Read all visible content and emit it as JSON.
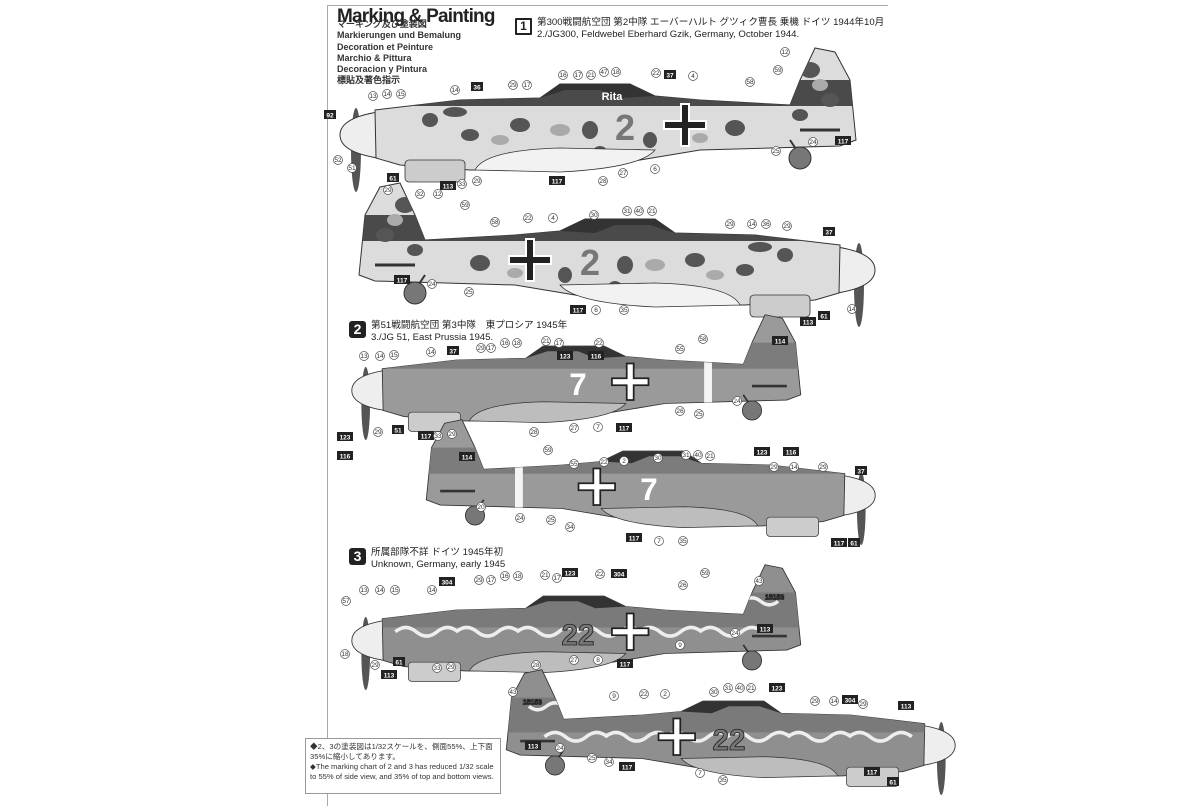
{
  "header": {
    "title": "Marking & Painting",
    "subtitles": [
      "マーキング及び塗装図",
      "Markierungen und Bemalung",
      "Decoration et Peinture",
      "Marchio & Pittura",
      "Decoracion y Pintura",
      "標貼及著色指示"
    ]
  },
  "sections": [
    {
      "number": "1",
      "japanese": "第300戦闘航空団 第2中隊 エーバーハルト グツィク曹長 乗機 ドイツ 1944年10月",
      "english": "2./JG300, Feldwebel Eberhard Gzik, Germany, October 1944."
    },
    {
      "number": "2",
      "japanese": "第51戦闘航空団 第3中隊　東プロシア 1945年",
      "english": "3./JG 51, East Prussia 1945."
    },
    {
      "number": "3",
      "japanese": "所属部隊不詳 ドイツ 1945年初",
      "english": "Unknown, Germany, early 1945"
    }
  ],
  "profiles": [
    {
      "view": "left",
      "scheme": "mottled",
      "markings": {
        "number": "2",
        "name": "Rita"
      },
      "callouts": [
        {
          "n": "92",
          "t": "decal"
        },
        {
          "n": "52",
          "t": "paint"
        },
        {
          "n": "51",
          "t": "paint"
        },
        {
          "n": "13",
          "t": "paint"
        },
        {
          "n": "14",
          "t": "paint"
        },
        {
          "n": "15",
          "t": "paint"
        },
        {
          "n": "14",
          "t": "paint"
        },
        {
          "n": "36",
          "t": "decal"
        },
        {
          "n": "29",
          "t": "paint"
        },
        {
          "n": "17",
          "t": "paint"
        },
        {
          "n": "16",
          "t": "paint"
        },
        {
          "n": "17",
          "t": "paint"
        },
        {
          "n": "21",
          "t": "paint"
        },
        {
          "n": "47",
          "t": "paint"
        },
        {
          "n": "18",
          "t": "paint"
        },
        {
          "n": "22",
          "t": "paint"
        },
        {
          "n": "37",
          "t": "decal"
        },
        {
          "n": "4",
          "t": "paint"
        },
        {
          "n": "58",
          "t": "paint"
        },
        {
          "n": "12",
          "t": "paint"
        },
        {
          "n": "59",
          "t": "paint"
        },
        {
          "n": "117",
          "t": "decal"
        },
        {
          "n": "24",
          "t": "paint"
        },
        {
          "n": "25",
          "t": "paint"
        },
        {
          "n": "29",
          "t": "paint"
        },
        {
          "n": "61",
          "t": "decal"
        },
        {
          "n": "113",
          "t": "decal"
        },
        {
          "n": "33",
          "t": "paint"
        },
        {
          "n": "29",
          "t": "paint"
        },
        {
          "n": "117",
          "t": "decal"
        },
        {
          "n": "28",
          "t": "paint"
        },
        {
          "n": "27",
          "t": "paint"
        },
        {
          "n": "6",
          "t": "paint"
        },
        {
          "n": "32",
          "t": "paint"
        }
      ]
    },
    {
      "view": "right",
      "scheme": "mottled",
      "markings": {
        "number": "2"
      },
      "callouts": [
        {
          "n": "12",
          "t": "paint"
        },
        {
          "n": "59",
          "t": "paint"
        },
        {
          "n": "58",
          "t": "paint"
        },
        {
          "n": "22",
          "t": "paint"
        },
        {
          "n": "4",
          "t": "paint"
        },
        {
          "n": "30",
          "t": "paint"
        },
        {
          "n": "31",
          "t": "paint"
        },
        {
          "n": "40",
          "t": "paint"
        },
        {
          "n": "21",
          "t": "paint"
        },
        {
          "n": "29",
          "t": "paint"
        },
        {
          "n": "14",
          "t": "paint"
        },
        {
          "n": "36",
          "t": "paint"
        },
        {
          "n": "29",
          "t": "paint"
        },
        {
          "n": "37",
          "t": "decal"
        },
        {
          "n": "117",
          "t": "decal"
        },
        {
          "n": "24",
          "t": "paint"
        },
        {
          "n": "25",
          "t": "paint"
        },
        {
          "n": "117",
          "t": "decal"
        },
        {
          "n": "6",
          "t": "paint"
        },
        {
          "n": "35",
          "t": "paint"
        },
        {
          "n": "113",
          "t": "decal"
        },
        {
          "n": "61",
          "t": "decal"
        },
        {
          "n": "14",
          "t": "paint"
        }
      ]
    },
    {
      "view": "left",
      "scheme": "gray",
      "markings": {
        "number": "7"
      },
      "callouts": [
        {
          "n": "13",
          "t": "paint"
        },
        {
          "n": "14",
          "t": "paint"
        },
        {
          "n": "15",
          "t": "paint"
        },
        {
          "n": "14",
          "t": "paint"
        },
        {
          "n": "37",
          "t": "decal"
        },
        {
          "n": "29",
          "t": "paint"
        },
        {
          "n": "17",
          "t": "paint"
        },
        {
          "n": "16",
          "t": "paint"
        },
        {
          "n": "18",
          "t": "paint"
        },
        {
          "n": "21",
          "t": "paint"
        },
        {
          "n": "17",
          "t": "paint"
        },
        {
          "n": "123",
          "t": "decal"
        },
        {
          "n": "116",
          "t": "decal"
        },
        {
          "n": "22",
          "t": "paint"
        },
        {
          "n": "55",
          "t": "paint"
        },
        {
          "n": "58",
          "t": "paint"
        },
        {
          "n": "114",
          "t": "decal"
        },
        {
          "n": "123",
          "t": "decal"
        },
        {
          "n": "116",
          "t": "decal"
        },
        {
          "n": "29",
          "t": "paint"
        },
        {
          "n": "51",
          "t": "decal"
        },
        {
          "n": "117",
          "t": "decal"
        },
        {
          "n": "33",
          "t": "paint"
        },
        {
          "n": "29",
          "t": "paint"
        },
        {
          "n": "28",
          "t": "paint"
        },
        {
          "n": "27",
          "t": "paint"
        },
        {
          "n": "7",
          "t": "paint"
        },
        {
          "n": "117",
          "t": "decal"
        },
        {
          "n": "26",
          "t": "paint"
        },
        {
          "n": "25",
          "t": "paint"
        },
        {
          "n": "24",
          "t": "paint"
        }
      ]
    },
    {
      "view": "right",
      "scheme": "gray",
      "markings": {
        "number": "7"
      },
      "callouts": [
        {
          "n": "114",
          "t": "decal"
        },
        {
          "n": "59",
          "t": "paint"
        },
        {
          "n": "55",
          "t": "paint"
        },
        {
          "n": "22",
          "t": "paint"
        },
        {
          "n": "2",
          "t": "paint"
        },
        {
          "n": "30",
          "t": "paint"
        },
        {
          "n": "31",
          "t": "paint"
        },
        {
          "n": "40",
          "t": "paint"
        },
        {
          "n": "21",
          "t": "paint"
        },
        {
          "n": "123",
          "t": "decal"
        },
        {
          "n": "116",
          "t": "decal"
        },
        {
          "n": "29",
          "t": "paint"
        },
        {
          "n": "14",
          "t": "paint"
        },
        {
          "n": "29",
          "t": "paint"
        },
        {
          "n": "37",
          "t": "decal"
        },
        {
          "n": "20",
          "t": "paint"
        },
        {
          "n": "24",
          "t": "paint"
        },
        {
          "n": "25",
          "t": "paint"
        },
        {
          "n": "34",
          "t": "paint"
        },
        {
          "n": "117",
          "t": "decal"
        },
        {
          "n": "7",
          "t": "paint"
        },
        {
          "n": "35",
          "t": "paint"
        },
        {
          "n": "117",
          "t": "decal"
        },
        {
          "n": "61",
          "t": "decal"
        }
      ]
    },
    {
      "view": "left",
      "scheme": "squiggle",
      "markings": {
        "number": "22",
        "serial": "15153"
      },
      "callouts": [
        {
          "n": "57",
          "t": "paint"
        },
        {
          "n": "13",
          "t": "paint"
        },
        {
          "n": "14",
          "t": "paint"
        },
        {
          "n": "15",
          "t": "paint"
        },
        {
          "n": "14",
          "t": "paint"
        },
        {
          "n": "304",
          "t": "decal"
        },
        {
          "n": "29",
          "t": "paint"
        },
        {
          "n": "17",
          "t": "paint"
        },
        {
          "n": "16",
          "t": "paint"
        },
        {
          "n": "18",
          "t": "paint"
        },
        {
          "n": "21",
          "t": "paint"
        },
        {
          "n": "17",
          "t": "paint"
        },
        {
          "n": "123",
          "t": "decal"
        },
        {
          "n": "22",
          "t": "paint"
        },
        {
          "n": "304",
          "t": "decal"
        },
        {
          "n": "26",
          "t": "paint"
        },
        {
          "n": "59",
          "t": "paint"
        },
        {
          "n": "43",
          "t": "paint"
        },
        {
          "n": "18",
          "t": "paint"
        },
        {
          "n": "29",
          "t": "paint"
        },
        {
          "n": "61",
          "t": "decal"
        },
        {
          "n": "113",
          "t": "decal"
        },
        {
          "n": "33",
          "t": "paint"
        },
        {
          "n": "29",
          "t": "paint"
        },
        {
          "n": "28",
          "t": "paint"
        },
        {
          "n": "27",
          "t": "paint"
        },
        {
          "n": "8",
          "t": "paint"
        },
        {
          "n": "117",
          "t": "decal"
        },
        {
          "n": "9",
          "t": "paint"
        },
        {
          "n": "24",
          "t": "paint"
        },
        {
          "n": "113",
          "t": "decal"
        }
      ]
    },
    {
      "view": "right",
      "scheme": "squiggle",
      "markings": {
        "number": "22",
        "serial": "15153"
      },
      "callouts": [
        {
          "n": "43",
          "t": "paint"
        },
        {
          "n": "9",
          "t": "paint"
        },
        {
          "n": "22",
          "t": "paint"
        },
        {
          "n": "2",
          "t": "paint"
        },
        {
          "n": "30",
          "t": "paint"
        },
        {
          "n": "31",
          "t": "paint"
        },
        {
          "n": "40",
          "t": "paint"
        },
        {
          "n": "21",
          "t": "paint"
        },
        {
          "n": "123",
          "t": "decal"
        },
        {
          "n": "29",
          "t": "paint"
        },
        {
          "n": "14",
          "t": "paint"
        },
        {
          "n": "304",
          "t": "decal"
        },
        {
          "n": "29",
          "t": "paint"
        },
        {
          "n": "113",
          "t": "decal"
        },
        {
          "n": "113",
          "t": "decal"
        },
        {
          "n": "24",
          "t": "paint"
        },
        {
          "n": "25",
          "t": "paint"
        },
        {
          "n": "34",
          "t": "paint"
        },
        {
          "n": "117",
          "t": "decal"
        },
        {
          "n": "7",
          "t": "paint"
        },
        {
          "n": "35",
          "t": "paint"
        },
        {
          "n": "117",
          "t": "decal"
        },
        {
          "n": "61",
          "t": "decal"
        }
      ]
    }
  ],
  "note": {
    "japanese": "◆2、3の塗装図は1/32スケールを、側面55%、上下面35%に縮小してあります。",
    "english": "◆The marking chart of 2 and 3 has reduced 1/32 scale to 55% of side view, and 35% of top and bottom views."
  },
  "colors": {
    "dark": "#4a4a4a",
    "light": "#dcdcdc",
    "mid": "#8c8c8c",
    "line": "#333333"
  }
}
